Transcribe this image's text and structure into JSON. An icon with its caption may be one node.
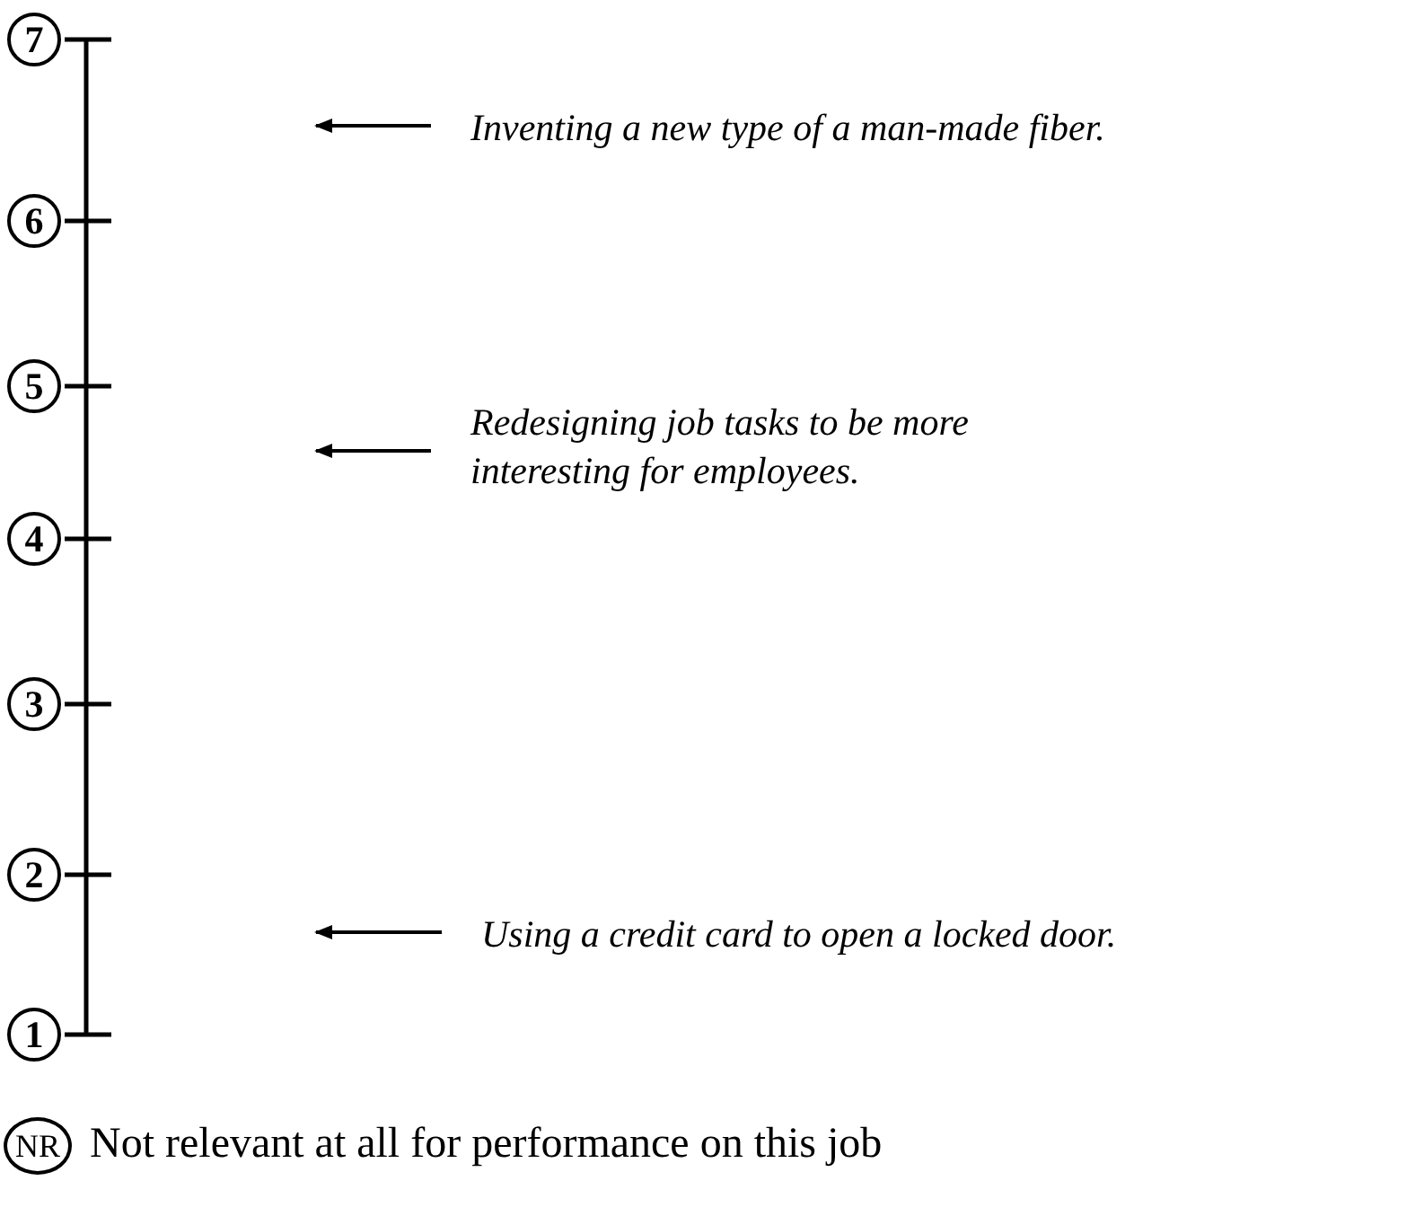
{
  "diagram": {
    "nodes": [
      {
        "text": [
          "7"
        ]
      },
      {
        "text": [
          "6"
        ]
      },
      {
        "text": [
          "5"
        ]
      },
      {
        "text": [
          "4"
        ]
      },
      {
        "text": [
          "3"
        ]
      },
      {
        "text": [
          "2"
        ]
      },
      {
        "text": [
          "1"
        ]
      },
      {
        "text": [
          "Inventing a new type of a man-made fiber."
        ]
      },
      {
        "text": [
          "Redesigning job tasks to be more interesting for employees."
        ]
      },
      {
        "text": [
          "Using a credit card to open a locked door."
        ]
      },
      {
        "text": [
          "NR"
        ],
        "beside": [
          "Not relevant at all for performance on this job"
        ]
      }
    ],
    "edges": [
      {
        "from": 7,
        "to": null,
        "arrow": "to"
      },
      {
        "from": 8,
        "to": null,
        "arrow": "to"
      },
      {
        "from": 9,
        "to": null,
        "arrow": "to"
      }
    ]
  }
}
